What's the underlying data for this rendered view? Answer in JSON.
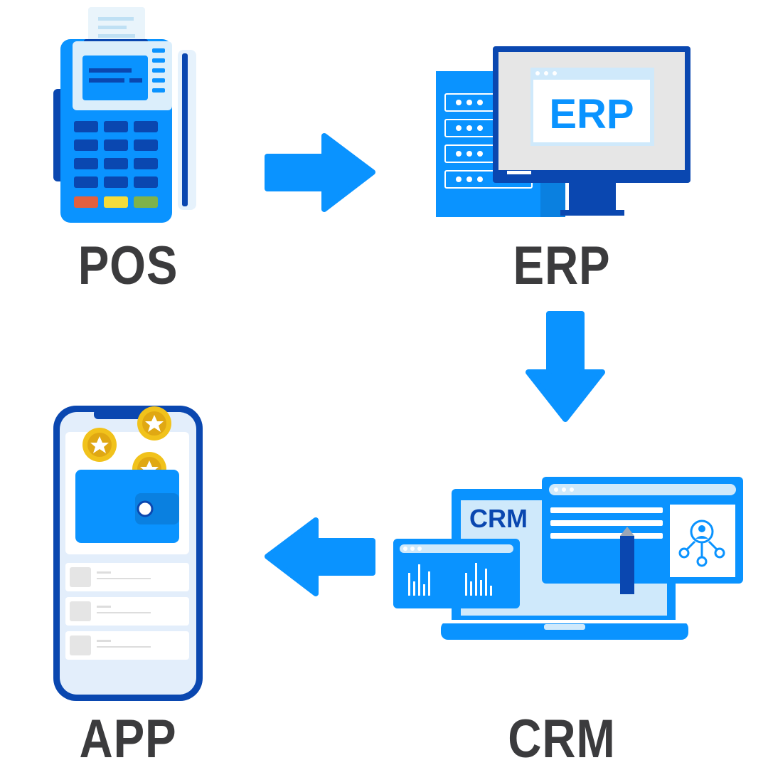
{
  "nodes": {
    "pos": {
      "label": "POS"
    },
    "erp": {
      "label": "ERP",
      "screen_text": "ERP"
    },
    "crm": {
      "label": "CRM",
      "screen_text": "CRM"
    },
    "app": {
      "label": "APP"
    }
  },
  "flow": [
    "POS",
    "ERP",
    "CRM",
    "APP"
  ],
  "colors": {
    "primary": "#0a93ff",
    "dark_blue": "#0a47b0",
    "light_blue": "#cfe9fb",
    "label": "#3b3b3d",
    "coin": "#f1c21b"
  },
  "icons": {
    "pos": "pos-terminal-icon",
    "erp": "server-monitor-icon",
    "crm": "laptop-dashboard-icon",
    "app": "smartphone-wallet-icon"
  }
}
